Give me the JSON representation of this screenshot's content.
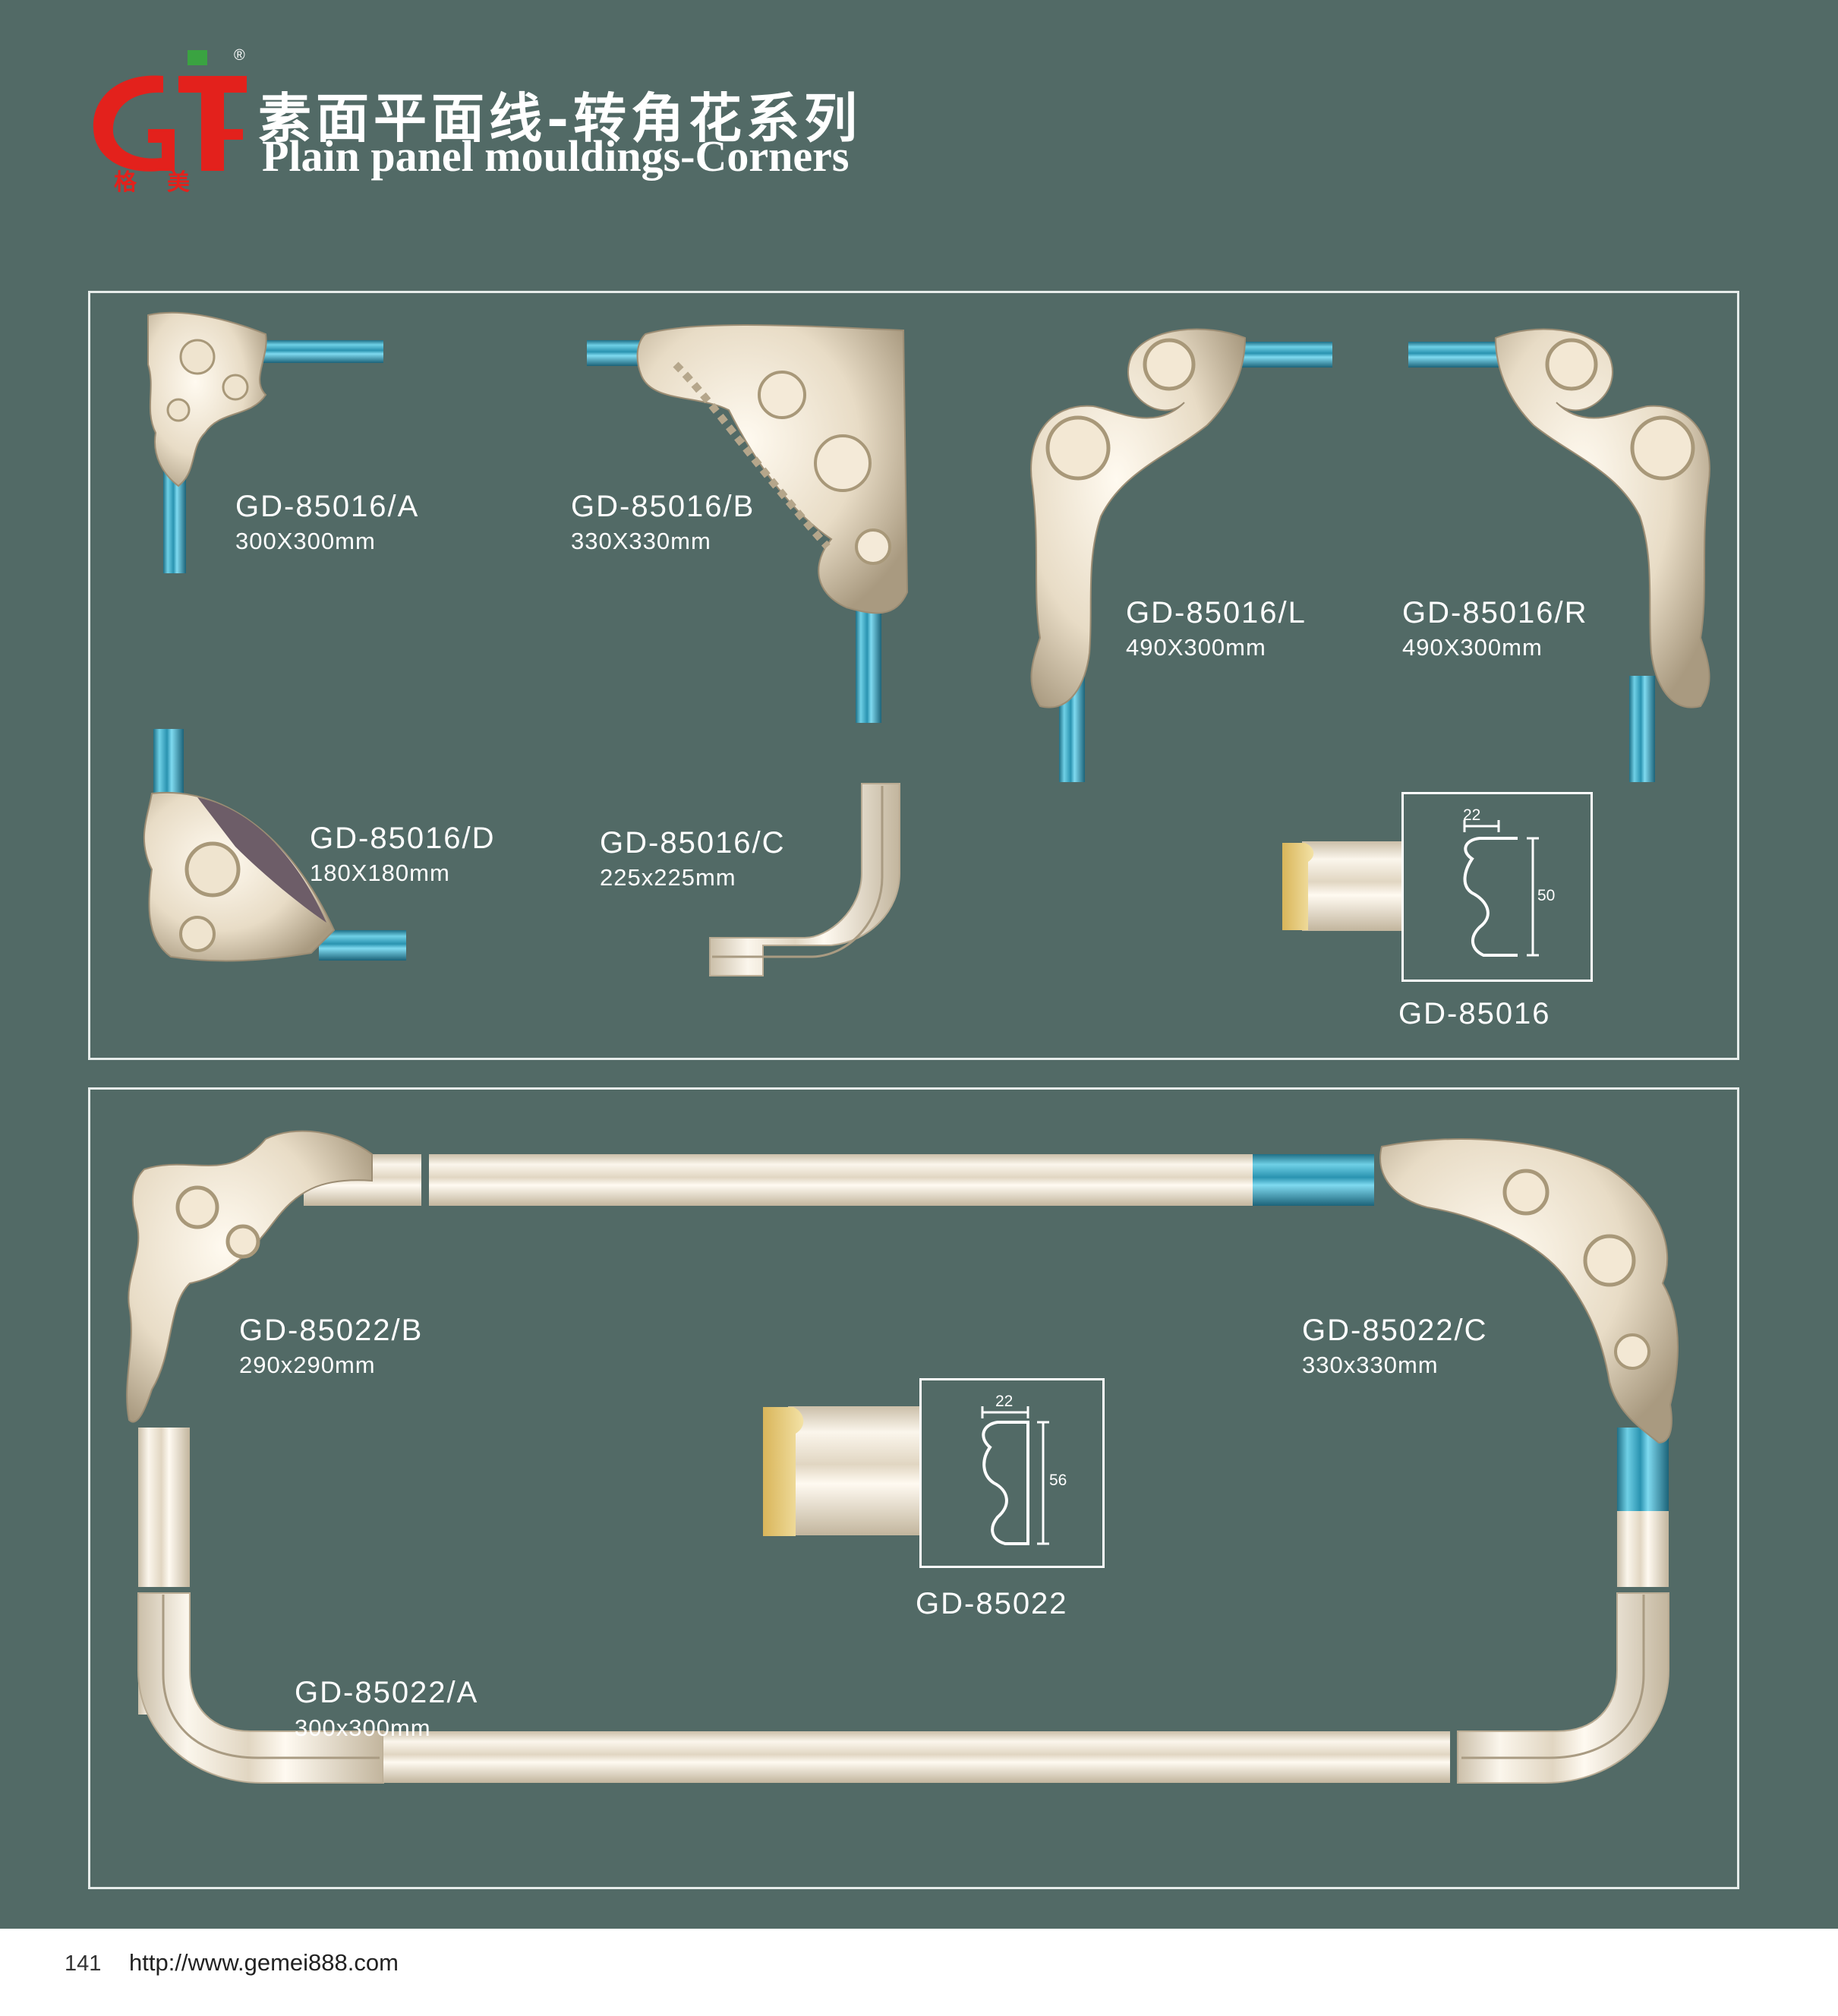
{
  "header": {
    "logo_text": "格美",
    "logo_mark": "G",
    "registered": "®",
    "title_cn": "素面平面线-转角花系列",
    "title_en": "Plain panel mouldings-Corners"
  },
  "panel_top": {
    "items": [
      {
        "code": "GD-85016/A",
        "size": "300X300mm"
      },
      {
        "code": "GD-85016/B",
        "size": "330X330mm"
      },
      {
        "code": "GD-85016/L",
        "size": "490X300mm"
      },
      {
        "code": "GD-85016/R",
        "size": "490X300mm"
      },
      {
        "code": "GD-85016/D",
        "size": "180X180mm"
      },
      {
        "code": "GD-85016/C",
        "size": "225x225mm"
      }
    ],
    "profile": {
      "code": "GD-85016",
      "width": "22",
      "height": "50"
    }
  },
  "panel_bottom": {
    "items": [
      {
        "code": "GD-85022/B",
        "size": "290x290mm"
      },
      {
        "code": "GD-85022/C",
        "size": "330x330mm"
      },
      {
        "code": "GD-85022/A",
        "size": "300x300mm"
      }
    ],
    "profile": {
      "code": "GD-85022",
      "width": "22",
      "height": "56"
    }
  },
  "footer": {
    "page_number": "141",
    "url": "http://www.gemei888.com"
  },
  "colors": {
    "background": "#526a66",
    "moulding": "#efe6d6",
    "moulding_teal": "#38a7c2",
    "logo_red": "#e3211c",
    "logo_green": "#3aa341"
  }
}
